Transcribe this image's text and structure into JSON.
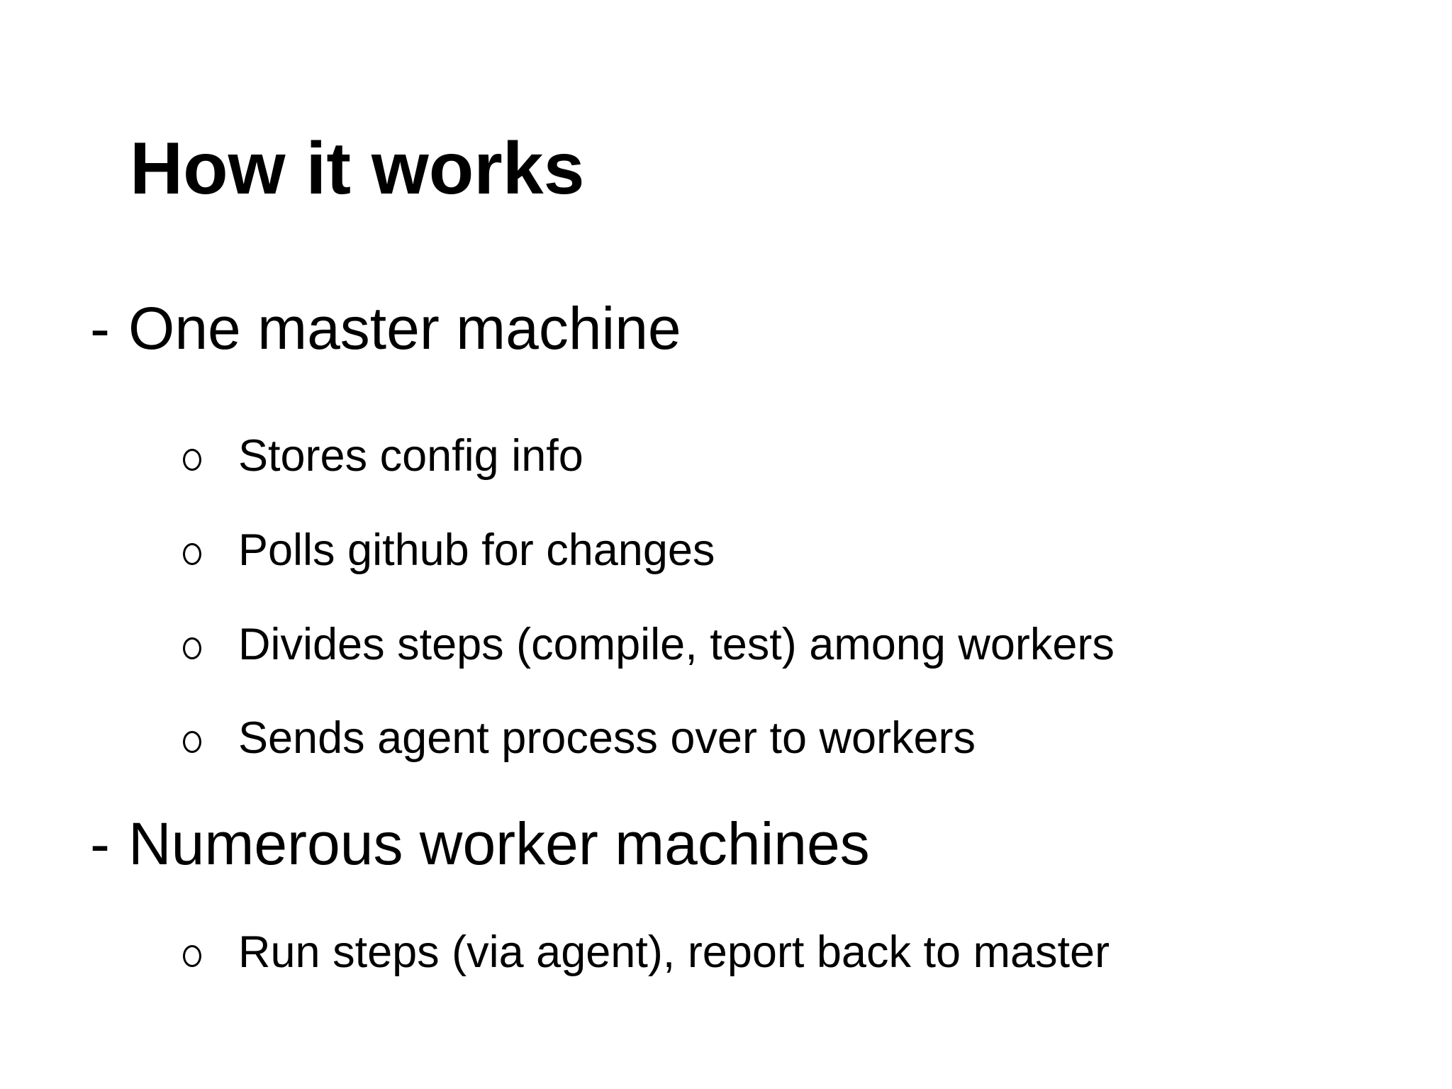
{
  "slide": {
    "title": "How it works",
    "background_color": "#ffffff",
    "text_color": "#000000",
    "sub_bullet_icon": "circle-outline",
    "bullets": [
      {
        "marker": "-",
        "label": "One master machine",
        "sub_items": [
          "Stores config info",
          "Polls github for changes",
          "Divides steps (compile, test) among workers",
          "Sends agent process over to workers"
        ]
      },
      {
        "marker": "-",
        "label": "Numerous worker machines",
        "sub_items": [
          "Run steps (via agent), report back to master"
        ]
      }
    ]
  }
}
